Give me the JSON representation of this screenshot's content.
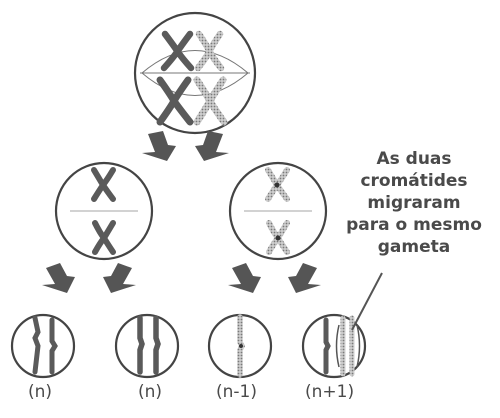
{
  "annotation": {
    "lines": [
      "As duas",
      "cromátides",
      "migraram",
      "para o mesmo",
      "gameta"
    ]
  },
  "gamete_labels": [
    "(n)",
    "(n)",
    "(n-1)",
    "(n+1)"
  ],
  "colors": {
    "outline": "#444444",
    "dark_chromosome": "#5a5a5a",
    "light_chromosome": "#a8a8a8",
    "arrow": "#555555",
    "text": "#4a4a4a"
  }
}
